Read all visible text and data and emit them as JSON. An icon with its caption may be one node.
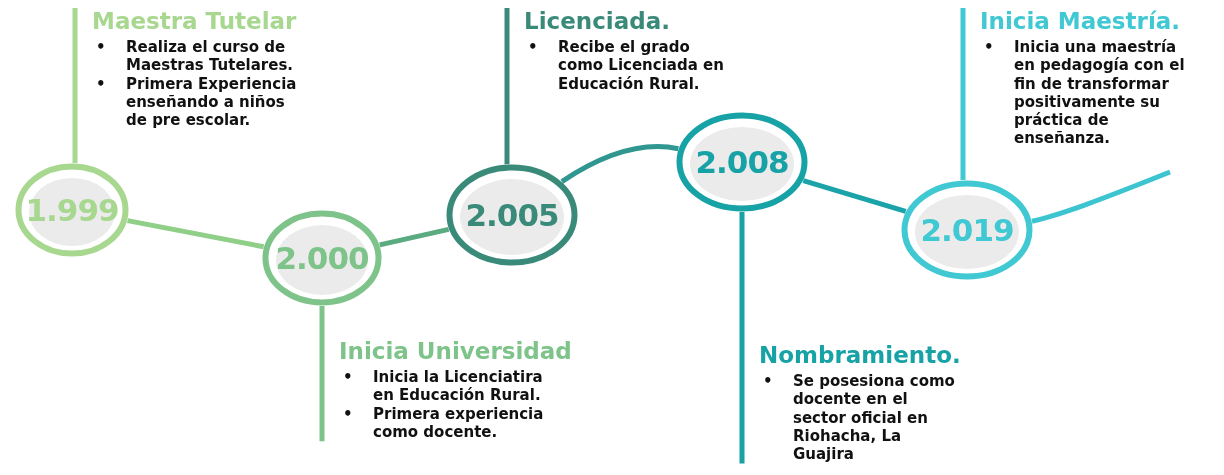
{
  "diagram": {
    "nodes": [
      {
        "text": [
          "1.999"
        ]
      },
      {
        "text": [
          "Maestra Tutelar",
          "•",
          "Realiza el curso de Maestras Tutelares.",
          "•",
          "Primera Experiencia enseñando a niños de pre escolar."
        ]
      },
      {
        "text": [
          "2.000"
        ]
      },
      {
        "text": [
          "Inicia Universidad",
          "•",
          "Inicia la Licenciatira en Educación Rural.",
          "•",
          "Primera experiencia como docente."
        ]
      },
      {
        "text": [
          "2.005"
        ]
      },
      {
        "text": [
          "Licenciada.",
          "•",
          "Recibe el grado como Licenciada en Educación Rural."
        ]
      },
      {
        "text": [
          "2.008"
        ]
      },
      {
        "text": [
          "Nombramiento.",
          "•",
          "Se posesiona como docente en el sector oficial en Riohacha, La Guajira"
        ]
      },
      {
        "text": [
          "2.019"
        ]
      },
      {
        "text": [
          "Inicia Maestría.",
          "•",
          "Inicia una maestría en pedagogía con el fin de transformar positivamente su práctica de enseñanza."
        ]
      }
    ],
    "edges": [
      {
        "from": 0,
        "to": 2,
        "arrow": "none",
        "color": "#8fcf88"
      },
      {
        "from": 2,
        "to": 4,
        "arrow": "none",
        "color": "#5aab80"
      },
      {
        "from": 4,
        "to": 6,
        "arrow": "none",
        "color": "#2f9690"
      },
      {
        "from": 6,
        "to": 8,
        "arrow": "none",
        "color": "#1aa3a8"
      },
      {
        "from": 8,
        "to": null,
        "arrow": "none",
        "color": "#3cc5d0"
      },
      {
        "from": 0,
        "to": 1,
        "arrow": "none",
        "color": "#a8d890"
      },
      {
        "from": 2,
        "to": 3,
        "arrow": "none",
        "color": "#7dc38a"
      },
      {
        "from": 4,
        "to": 5,
        "arrow": "none",
        "color": "#3a8a7a"
      },
      {
        "from": 6,
        "to": 7,
        "arrow": "none",
        "color": "#17a2a6"
      },
      {
        "from": 8,
        "to": 9,
        "arrow": "none",
        "color": "#40c8d3"
      }
    ]
  }
}
